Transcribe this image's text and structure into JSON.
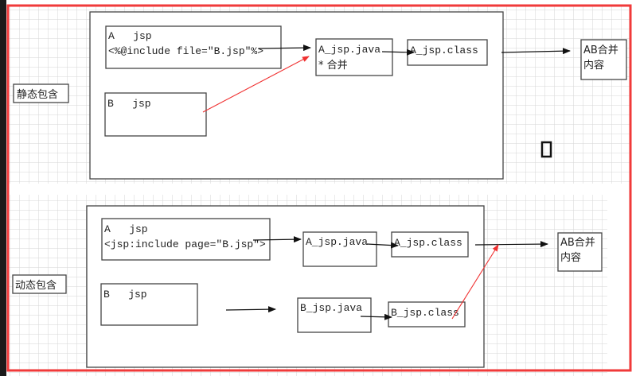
{
  "colors": {
    "frame": "#f03a3a",
    "grid": "#d6d6d6",
    "box_border": "#444444",
    "red_arrow": "#f03030"
  },
  "static_include": {
    "label": "静态包含",
    "a_jsp": {
      "title": "A   jsp",
      "code": "<%@include file=\"B.jsp\"%>"
    },
    "b_jsp": {
      "title": "B   jsp"
    },
    "a_java": {
      "line1": "A_jsp.java",
      "line2": "* 合并"
    },
    "a_class": "A_jsp.class",
    "result": {
      "line1": "AB合并",
      "line2": "内容"
    }
  },
  "dynamic_include": {
    "label": "动态包含",
    "a_jsp": {
      "title": "A   jsp",
      "code": "<jsp:include page=\"B.jsp\">"
    },
    "b_jsp": {
      "title": "B   jsp"
    },
    "a_java": "A_jsp.java",
    "a_class": "A_jsp.class",
    "b_java": "B_jsp.java",
    "b_class": "B_jsp.class",
    "result": {
      "line1": "AB合并",
      "line2": "内容"
    }
  },
  "icons": {
    "cursor": "text-cursor-icon"
  }
}
